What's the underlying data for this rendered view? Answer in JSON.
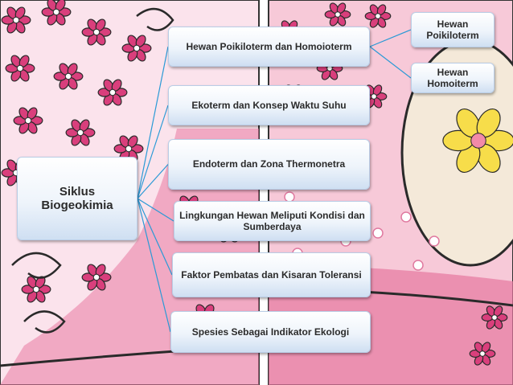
{
  "colors": {
    "connector": "#2a9ad6",
    "panel_pink": "#f2b8cc",
    "flower_pink": "#d93f7c",
    "dark_line": "#222222"
  },
  "diagram": {
    "root": {
      "label": "Siklus Biogeokimia"
    },
    "children": [
      {
        "label": "Hewan Poikiloterm dan Homoioterm"
      },
      {
        "label": "Ekoterm  dan Konsep Waktu Suhu"
      },
      {
        "label": "Endoterm dan Zona Thermonetra"
      },
      {
        "label": "Lingkungan Hewan Meliputi Kondisi dan Sumberdaya"
      },
      {
        "label": "Faktor Pembatas dan Kisaran Toleransi"
      },
      {
        "label": "Spesies Sebagai Indikator Ekologi"
      }
    ],
    "grandchildren": [
      {
        "label": "Hewan Poikiloterm"
      },
      {
        "label": "Hewan Homoiterm"
      }
    ]
  }
}
